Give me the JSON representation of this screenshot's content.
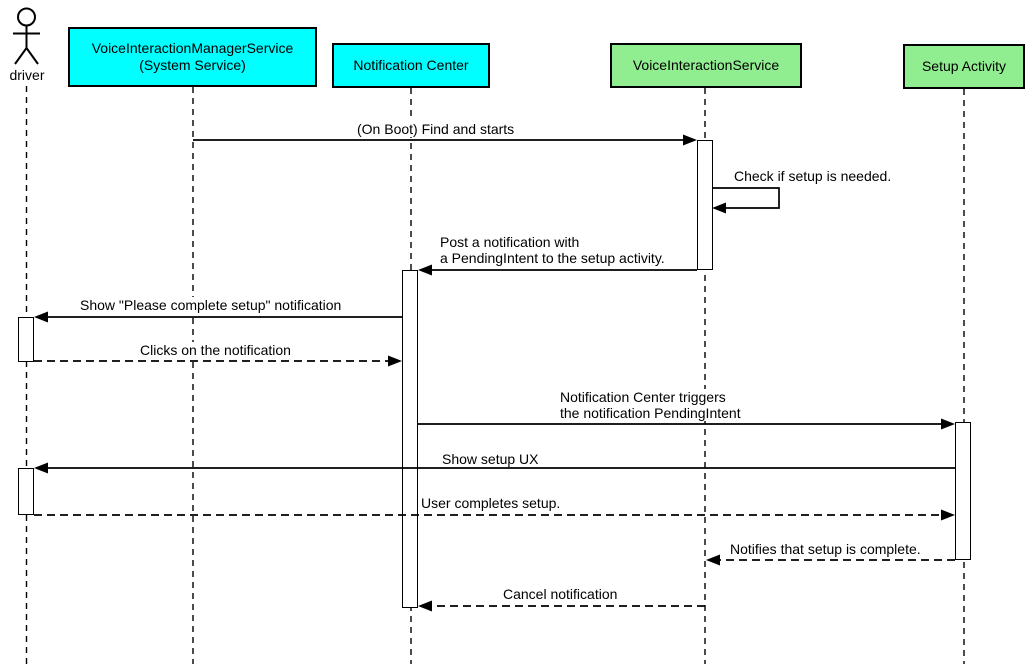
{
  "participants": [
    {
      "label": "driver",
      "type": "actor"
    },
    {
      "label": "VoiceInteractionManagerService\n(System Service)",
      "type": "box",
      "fill": "#00FFFF"
    },
    {
      "label": "Notification Center",
      "type": "box",
      "fill": "#00FFFF"
    },
    {
      "label": "VoiceInteractionService",
      "type": "box",
      "fill": "#90EE90"
    },
    {
      "label": "Setup Activity",
      "type": "box",
      "fill": "#90EE90"
    }
  ],
  "messages": [
    {
      "text": "(On Boot) Find and starts",
      "from": "VoiceInteractionManagerService (System Service)",
      "to": "VoiceInteractionService",
      "style": "solid"
    },
    {
      "text": "Check if setup is needed.",
      "from": "VoiceInteractionService",
      "to": "VoiceInteractionService",
      "style": "self"
    },
    {
      "text": "Post a notification with\na PendingIntent to the setup activity.",
      "from": "VoiceInteractionService",
      "to": "Notification Center",
      "style": "solid"
    },
    {
      "text": "Show \"Please complete setup\" notification",
      "from": "Notification Center",
      "to": "driver",
      "style": "solid"
    },
    {
      "text": "Clicks on the notification",
      "from": "driver",
      "to": "Notification Center",
      "style": "dashed"
    },
    {
      "text": "Notification Center triggers\nthe notification PendingIntent",
      "from": "Notification Center",
      "to": "Setup Activity",
      "style": "solid"
    },
    {
      "text": "Show setup UX",
      "from": "Setup Activity",
      "to": "driver",
      "style": "solid"
    },
    {
      "text": "User completes setup.",
      "from": "driver",
      "to": "Setup Activity",
      "style": "dashed"
    },
    {
      "text": "Notifies that setup is complete.",
      "from": "Setup Activity",
      "to": "VoiceInteractionService",
      "style": "dashed"
    },
    {
      "text": "Cancel notification",
      "from": "VoiceInteractionService",
      "to": "Notification Center",
      "style": "dashed"
    }
  ],
  "colors": {
    "cyan_box": "#00FFFF",
    "green_box": "#90EE90",
    "line": "#000000",
    "activation_fill": "#FFFFFF",
    "background": "#FFFFFF"
  }
}
